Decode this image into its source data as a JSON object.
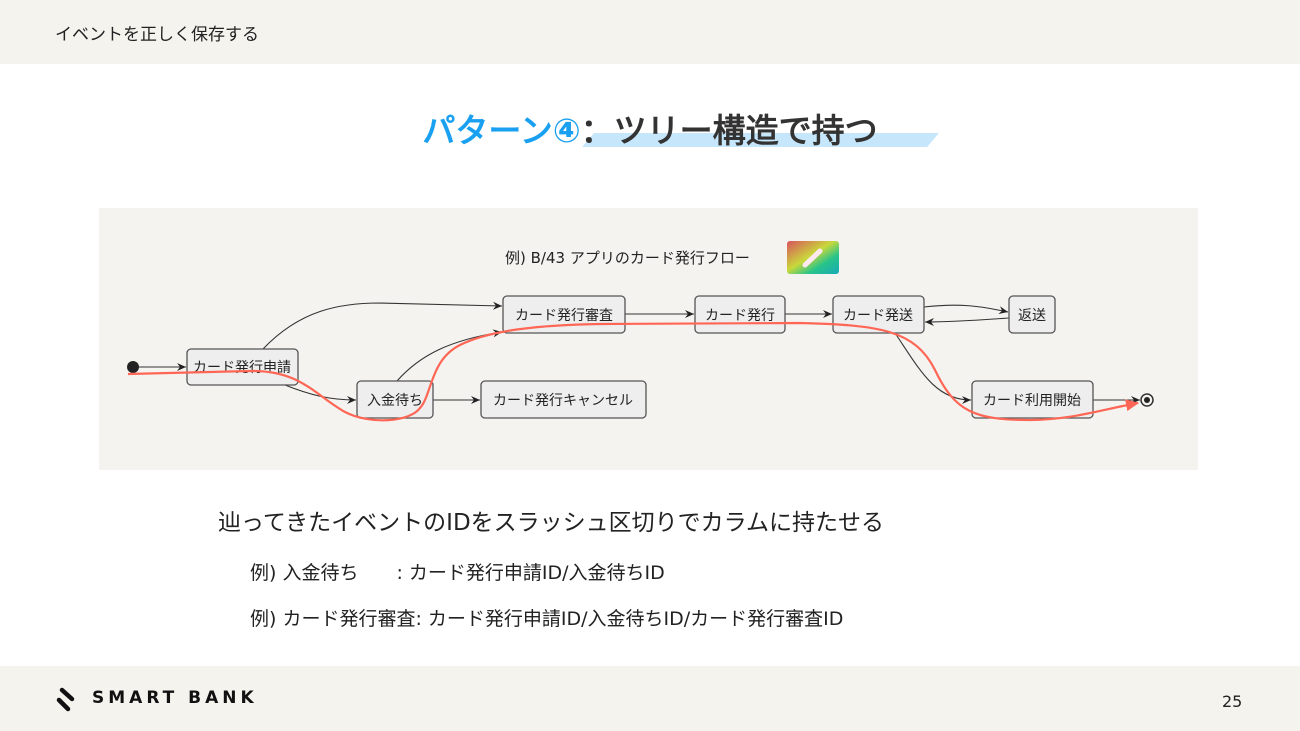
{
  "header": {
    "title": "イベントを正しく保存する"
  },
  "slide": {
    "title_accent": "パターン④",
    "title_rest": "：ツリー構造で持つ",
    "accent_color": "#1aa0f0",
    "highlight_color": "#c6e6fb"
  },
  "diagram": {
    "caption": "例) B/43 アプリのカード発行フロー",
    "path_color": "#ff6655",
    "nodes": {
      "apply": "カード発行申請",
      "payment": "入金待ち",
      "review": "カード発行審査",
      "cancel": "カード発行キャンセル",
      "issue": "カード発行",
      "ship": "カード発送",
      "return": "返送",
      "start_use": "カード利用開始"
    }
  },
  "body": {
    "main": "辿ってきたイベントのIDをスラッシュ区切りでカラムに持たせる",
    "example1": "例) 入金待ち　　: カード発行申請ID/入金待ちID",
    "example2": "例) カード発行審査: カード発行申請ID/入金待ちID/カード発行審査ID"
  },
  "footer": {
    "logo": "SMART BANK",
    "page_number": "25"
  }
}
